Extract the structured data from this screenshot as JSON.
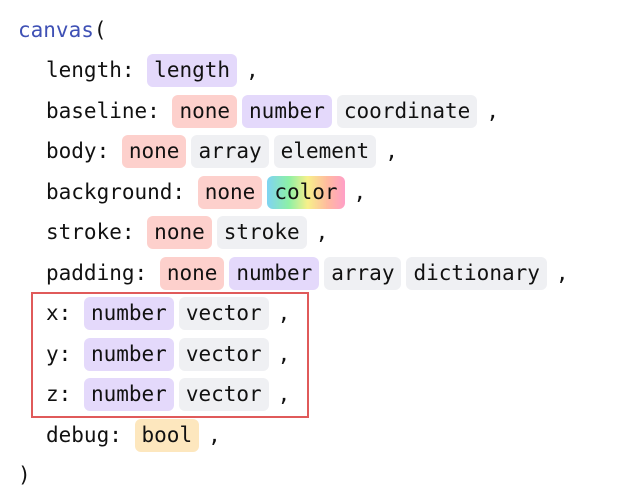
{
  "signature": {
    "function_name": "canvas",
    "open_paren": "(",
    "close_paren": ")",
    "params": [
      {
        "name": "length:",
        "types": [
          {
            "label": "length",
            "kind": "purple"
          }
        ]
      },
      {
        "name": "baseline:",
        "types": [
          {
            "label": "none",
            "kind": "none"
          },
          {
            "label": "number",
            "kind": "purple"
          },
          {
            "label": "coordinate",
            "kind": "gray"
          }
        ]
      },
      {
        "name": "body:",
        "types": [
          {
            "label": "none",
            "kind": "none"
          },
          {
            "label": "array",
            "kind": "gray"
          },
          {
            "label": "element",
            "kind": "gray"
          }
        ]
      },
      {
        "name": "background:",
        "types": [
          {
            "label": "none",
            "kind": "none"
          },
          {
            "label": "color",
            "kind": "color"
          }
        ]
      },
      {
        "name": "stroke:",
        "types": [
          {
            "label": "none",
            "kind": "none"
          },
          {
            "label": "stroke",
            "kind": "gray"
          }
        ]
      },
      {
        "name": "padding:",
        "types": [
          {
            "label": "none",
            "kind": "none"
          },
          {
            "label": "number",
            "kind": "purple"
          },
          {
            "label": "array",
            "kind": "gray"
          },
          {
            "label": "dictionary",
            "kind": "gray"
          }
        ]
      },
      {
        "name": "x:",
        "types": [
          {
            "label": "number",
            "kind": "purple"
          },
          {
            "label": "vector",
            "kind": "gray"
          }
        ]
      },
      {
        "name": "y:",
        "types": [
          {
            "label": "number",
            "kind": "purple"
          },
          {
            "label": "vector",
            "kind": "gray"
          }
        ]
      },
      {
        "name": "z:",
        "types": [
          {
            "label": "number",
            "kind": "purple"
          },
          {
            "label": "vector",
            "kind": "gray"
          }
        ]
      },
      {
        "name": "debug:",
        "types": [
          {
            "label": "bool",
            "kind": "yellow"
          }
        ]
      }
    ],
    "separator": ","
  },
  "colors": {
    "none": "#fdd0cc",
    "purple": "#e4d9fb",
    "gray": "#eff0f3",
    "yellow": "#fde7be",
    "highlight_border": "#e05a5a",
    "function_name": "#3f51b5"
  }
}
